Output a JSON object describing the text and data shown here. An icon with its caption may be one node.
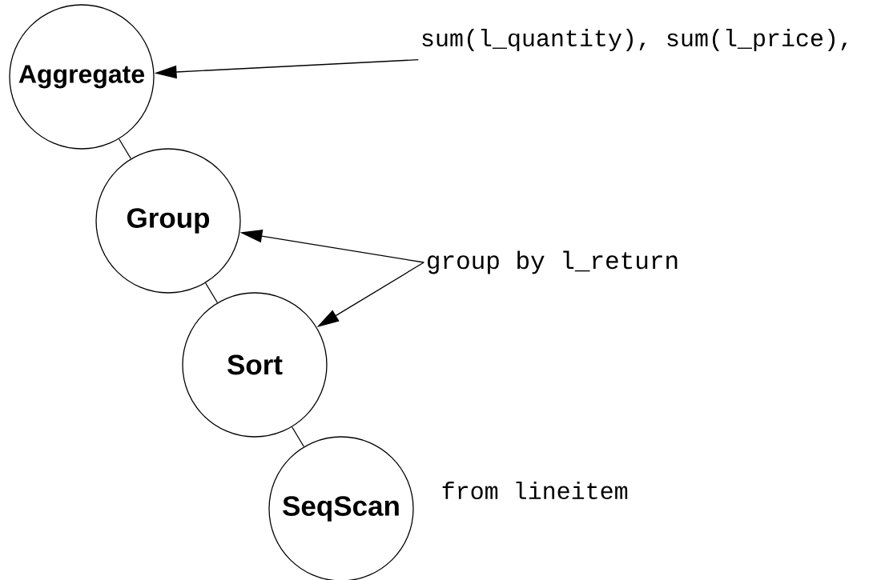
{
  "diagram": {
    "nodes": [
      {
        "text": [
          "Aggregate"
        ]
      },
      {
        "text": [
          "Group"
        ]
      },
      {
        "text": [
          "Sort"
        ]
      },
      {
        "text": [
          "SeqScan"
        ],
        "beside": [
          "from lineitem"
        ]
      },
      {
        "text": [
          "sum(l_quantity), sum(l_price),"
        ]
      },
      {
        "text": [
          "group by l_return"
        ]
      }
    ],
    "edges": [
      {
        "from": 0,
        "to": 1,
        "arrow": "none"
      },
      {
        "from": 1,
        "to": 2,
        "arrow": "none"
      },
      {
        "from": 2,
        "to": 3,
        "arrow": "none"
      },
      {
        "from": 4,
        "to": 0,
        "arrow": "to"
      },
      {
        "from": 5,
        "to": 1,
        "arrow": "to"
      },
      {
        "from": 5,
        "to": 2,
        "arrow": "to"
      }
    ]
  }
}
